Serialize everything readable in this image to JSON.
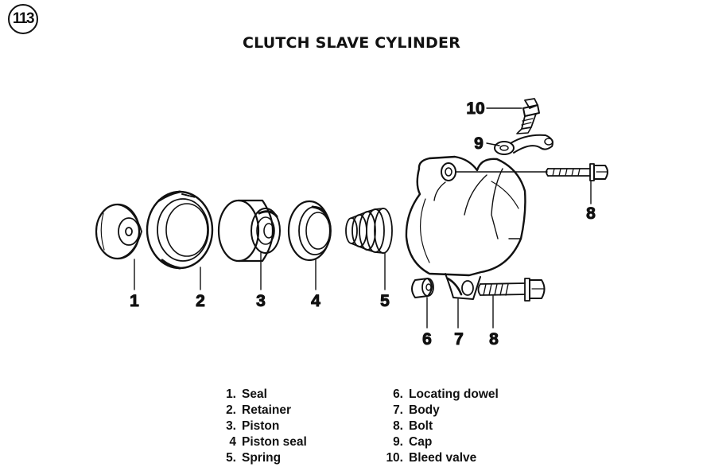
{
  "page_number": "113",
  "title": "CLUTCH SLAVE CYLINDER",
  "callouts": {
    "c1": "1",
    "c2": "2",
    "c3": "3",
    "c4": "4",
    "c5": "5",
    "c6": "6",
    "c7": "7",
    "c8a": "8",
    "c8b": "8",
    "c9": "9",
    "c10": "10"
  },
  "legend": {
    "left": [
      {
        "num": "1.",
        "label": "Seal"
      },
      {
        "num": "2.",
        "label": "Retainer"
      },
      {
        "num": "3.",
        "label": "Piston"
      },
      {
        "num": "4",
        "label": "Piston seal"
      },
      {
        "num": "5.",
        "label": "Spring"
      }
    ],
    "right": [
      {
        "num": "6.",
        "label": "Locating dowel"
      },
      {
        "num": "7.",
        "label": "Body"
      },
      {
        "num": "8.",
        "label": "Bolt"
      },
      {
        "num": "9.",
        "label": "Cap"
      },
      {
        "num": "10.",
        "label": "Bleed valve"
      }
    ]
  }
}
